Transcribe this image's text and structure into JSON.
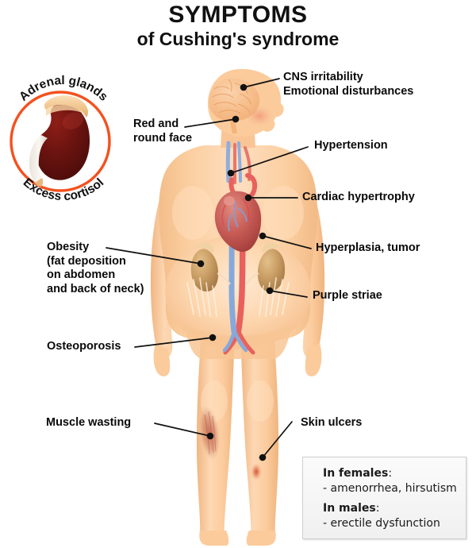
{
  "title": {
    "main": "SYMPTOMS",
    "sub": "of Cushing's syndrome"
  },
  "inset": {
    "top_label": "Adrenal glands",
    "bottom_label": "Excess cortisol",
    "ring_color": "#F4511E",
    "kidney_color": "#6B1410",
    "adrenal_color": "#F2C78C"
  },
  "labels": {
    "cns": "CNS irritability\nEmotional disturbances",
    "face": "Red and\nround face",
    "hypertension": "Hypertension",
    "cardiac": "Cardiac hypertrophy",
    "hyperplasia": "Hyperplasia, tumor",
    "striae": "Purple striae",
    "obesity": "Obesity\n(fat deposition\non abdomen\nand back of neck)",
    "osteoporosis": "Osteoporosis",
    "muscle": "Muscle wasting",
    "ulcers": "Skin ulcers"
  },
  "legend": {
    "females_head": "In females",
    "females_colon": ":",
    "females_item": "- amenorrhea, hirsutism",
    "males_head": "In males",
    "males_colon": ":",
    "males_item": "- erectile dysfunction"
  },
  "colors": {
    "skin": "#FBCB9C",
    "skin_light": "#FDDCBB",
    "artery": "#E8615C",
    "vein": "#7FA6DC",
    "heart": "#C9524F",
    "kidney_body": "#C9A06A",
    "text": "#0A0A0A",
    "legend_bg": "#F4F4F4",
    "legend_border": "#CFCFCF"
  }
}
